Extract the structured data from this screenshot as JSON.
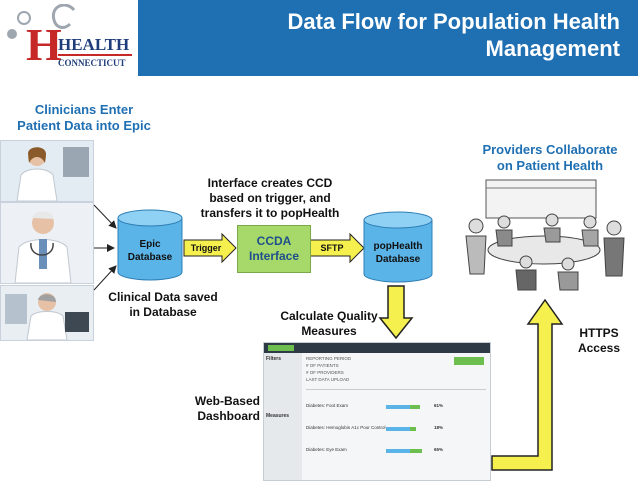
{
  "header": {
    "title_line1": "Data Flow for Population Health",
    "title_line2": "Management"
  },
  "logo": {
    "text_main": "HEALTH",
    "text_sub": "CONNECTICUT"
  },
  "labels": {
    "clinicians": [
      "Clinicians Enter",
      "Patient Data into Epic"
    ],
    "providers": [
      "Providers Collaborate",
      "on Patient Health"
    ],
    "interface_note": [
      "Interface creates CCD",
      "based on trigger, and",
      "transfers it to popHealth"
    ],
    "clinical_saved": [
      "Clinical Data saved",
      "in Database"
    ],
    "calc_quality": [
      "Calculate Quality",
      "Measures"
    ],
    "https": [
      "HTTPS",
      "Access"
    ],
    "web_dashboard": [
      "Web-Based",
      "Dashboard"
    ]
  },
  "nodes": {
    "epic_db": [
      "Epic",
      "Database"
    ],
    "ccda": [
      "CCDA",
      "Interface"
    ],
    "pophealth_db": [
      "popHealth",
      "Database"
    ]
  },
  "edges": {
    "trigger": "Trigger",
    "sftp": "SFTP"
  },
  "dashboard": {
    "reporting_period": "REPORTING PERIOD",
    "patients": "# OF PATIENTS",
    "providers": "# OF PROVIDERS",
    "last_upload": "LAST DATA UPLOAD",
    "filters": "Filters",
    "measures": "Measures",
    "measure_rows": [
      {
        "name": "Diabetes: Foot Exam",
        "pct": "61%"
      },
      {
        "name": "Diabetes: Hemoglobin A1c Poor Control",
        "pct": "18%"
      },
      {
        "name": "Diabetes: Eye Exam",
        "pct": "65%"
      }
    ]
  },
  "colors": {
    "brand_blue": "#1f6fb3",
    "ccda_green": "#a6d96a",
    "db_blue": "#5ab4e8",
    "arrow_yellow": "#f5f04d"
  }
}
